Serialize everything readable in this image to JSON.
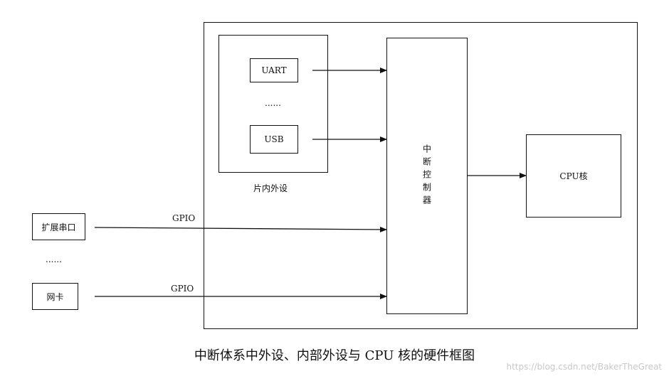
{
  "diagram": {
    "onchip_peripherals": {
      "items": [
        "UART",
        "......",
        "USB"
      ],
      "group_label": "片内外设"
    },
    "interrupt_controller": {
      "label": "中断控制器"
    },
    "cpu_core": {
      "label": "CPU核"
    },
    "external_peripherals": {
      "items": [
        "扩展串口",
        "......",
        "网卡"
      ],
      "connection_label": "GPIO"
    }
  },
  "caption": "中断体系中外设、内部外设与 CPU 核的硬件框图",
  "watermark": "https://blog.csdn.net/BakerTheGreat"
}
